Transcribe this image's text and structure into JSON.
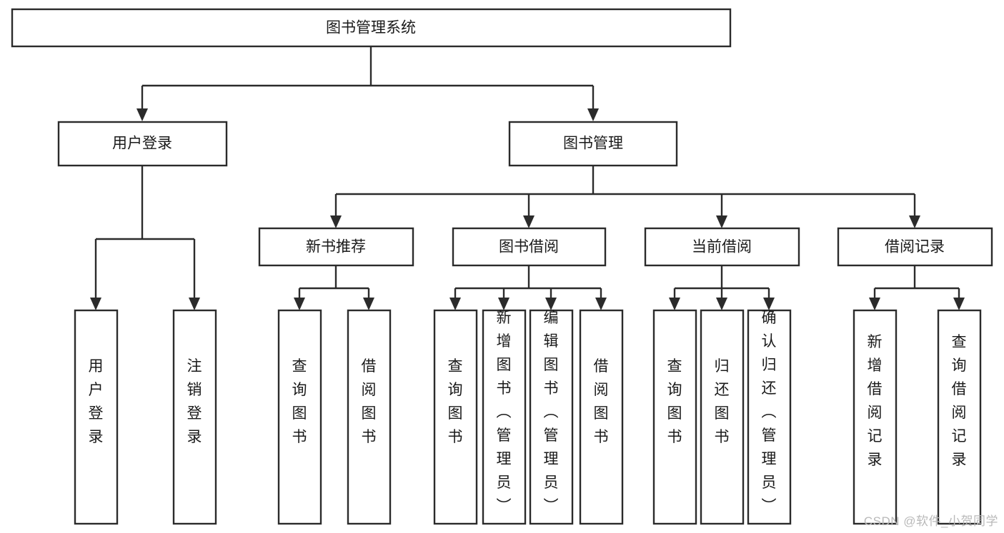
{
  "diagram": {
    "title": "图书管理系统",
    "type": "tree-hierarchy",
    "orientation": "top-down",
    "colors": {
      "box_fill": "#ffffff",
      "box_stroke": "#2b2b2b",
      "text": "#1a1a1a",
      "background": "#ffffff",
      "watermark": "#b9b9b9"
    },
    "nodes": {
      "root": {
        "label": "图书管理系统",
        "level": 0,
        "orientation": "horizontal"
      },
      "n_user_login": {
        "label": "用户登录",
        "level": 1,
        "orientation": "horizontal"
      },
      "n_book_manage": {
        "label": "图书管理",
        "level": 1,
        "orientation": "horizontal"
      },
      "n_new_book_rec": {
        "label": "新书推荐",
        "level": 2,
        "orientation": "horizontal"
      },
      "n_book_borrow": {
        "label": "图书借阅",
        "level": 2,
        "orientation": "horizontal"
      },
      "n_current_borrow": {
        "label": "当前借阅",
        "level": 2,
        "orientation": "horizontal"
      },
      "n_borrow_record": {
        "label": "借阅记录",
        "level": 2,
        "orientation": "horizontal"
      },
      "leaf_user_login": {
        "label": "用户登录",
        "level": 3,
        "orientation": "vertical"
      },
      "leaf_logout": {
        "label": "注销登录",
        "level": 3,
        "orientation": "vertical"
      },
      "leaf_query_book_1": {
        "label": "查询图书",
        "level": 3,
        "orientation": "vertical"
      },
      "leaf_borrow_book_1": {
        "label": "借阅图书",
        "level": 3,
        "orientation": "vertical"
      },
      "leaf_query_book_2": {
        "label": "查询图书",
        "level": 3,
        "orientation": "vertical"
      },
      "leaf_add_book": {
        "label": "新增图书（管理员）",
        "level": 3,
        "orientation": "vertical"
      },
      "leaf_edit_book": {
        "label": "编辑图书（管理员）",
        "level": 3,
        "orientation": "vertical"
      },
      "leaf_borrow_book_2": {
        "label": "借阅图书",
        "level": 3,
        "orientation": "vertical"
      },
      "leaf_query_book_3": {
        "label": "查询图书",
        "level": 3,
        "orientation": "vertical"
      },
      "leaf_return_book": {
        "label": "归还图书",
        "level": 3,
        "orientation": "vertical"
      },
      "leaf_confirm_return": {
        "label": "确认归还（管理员）",
        "level": 3,
        "orientation": "vertical"
      },
      "leaf_add_record": {
        "label": "新增借阅记录",
        "level": 3,
        "orientation": "vertical"
      },
      "leaf_query_record": {
        "label": "查询借阅记录",
        "level": 3,
        "orientation": "vertical"
      }
    },
    "edges": [
      {
        "from": "root",
        "to": "n_user_login"
      },
      {
        "from": "root",
        "to": "n_book_manage"
      },
      {
        "from": "n_user_login",
        "to": "leaf_user_login"
      },
      {
        "from": "n_user_login",
        "to": "leaf_logout"
      },
      {
        "from": "n_book_manage",
        "to": "n_new_book_rec"
      },
      {
        "from": "n_book_manage",
        "to": "n_book_borrow"
      },
      {
        "from": "n_book_manage",
        "to": "n_current_borrow"
      },
      {
        "from": "n_book_manage",
        "to": "n_borrow_record"
      },
      {
        "from": "n_new_book_rec",
        "to": "leaf_query_book_1"
      },
      {
        "from": "n_new_book_rec",
        "to": "leaf_borrow_book_1"
      },
      {
        "from": "n_book_borrow",
        "to": "leaf_query_book_2"
      },
      {
        "from": "n_book_borrow",
        "to": "leaf_add_book"
      },
      {
        "from": "n_book_borrow",
        "to": "leaf_edit_book"
      },
      {
        "from": "n_book_borrow",
        "to": "leaf_borrow_book_2"
      },
      {
        "from": "n_current_borrow",
        "to": "leaf_query_book_3"
      },
      {
        "from": "n_current_borrow",
        "to": "leaf_return_book"
      },
      {
        "from": "n_current_borrow",
        "to": "leaf_confirm_return"
      },
      {
        "from": "n_borrow_record",
        "to": "leaf_add_record"
      },
      {
        "from": "n_borrow_record",
        "to": "leaf_query_record"
      }
    ]
  },
  "watermark": {
    "text": "CSDN @软件_小贺同学"
  }
}
